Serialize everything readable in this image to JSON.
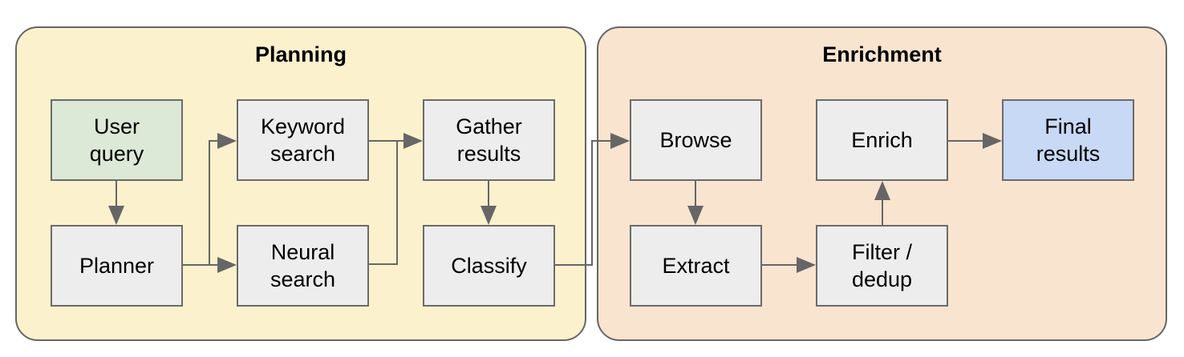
{
  "diagram": {
    "groups": [
      {
        "id": "planning",
        "title": "Planning",
        "fill": "#fcf1cd",
        "border": "#666666"
      },
      {
        "id": "enrichment",
        "title": "Enrichment",
        "fill": "#f9e4cf",
        "border": "#666666"
      }
    ],
    "nodes": [
      {
        "id": "user-query",
        "label": "User\nquery",
        "fill": "#dbe9d6",
        "group": "planning"
      },
      {
        "id": "planner",
        "label": "Planner",
        "fill": "#ededed",
        "group": "planning"
      },
      {
        "id": "keyword-search",
        "label": "Keyword\nsearch",
        "fill": "#ededed",
        "group": "planning"
      },
      {
        "id": "neural-search",
        "label": "Neural\nsearch",
        "fill": "#ededed",
        "group": "planning"
      },
      {
        "id": "gather-results",
        "label": "Gather\nresults",
        "fill": "#ededed",
        "group": "planning"
      },
      {
        "id": "classify",
        "label": "Classify",
        "fill": "#ededed",
        "group": "planning"
      },
      {
        "id": "browse",
        "label": "Browse",
        "fill": "#ededed",
        "group": "enrichment"
      },
      {
        "id": "extract",
        "label": "Extract",
        "fill": "#ededed",
        "group": "enrichment"
      },
      {
        "id": "enrich",
        "label": "Enrich",
        "fill": "#ededed",
        "group": "enrichment"
      },
      {
        "id": "filter-dedup",
        "label": "Filter /\ndedup",
        "fill": "#ededed",
        "group": "enrichment"
      },
      {
        "id": "final-results",
        "label": "Final\nresults",
        "fill": "#c8d9f5",
        "group": "enrichment"
      }
    ],
    "edges": [
      {
        "from": "user-query",
        "to": "planner"
      },
      {
        "from": "planner",
        "to": "keyword-search"
      },
      {
        "from": "planner",
        "to": "neural-search"
      },
      {
        "from": "keyword-search",
        "to": "gather-results"
      },
      {
        "from": "neural-search",
        "to": "gather-results"
      },
      {
        "from": "gather-results",
        "to": "classify"
      },
      {
        "from": "classify",
        "to": "browse"
      },
      {
        "from": "browse",
        "to": "extract"
      },
      {
        "from": "extract",
        "to": "filter-dedup"
      },
      {
        "from": "filter-dedup",
        "to": "enrich"
      },
      {
        "from": "enrich",
        "to": "final-results"
      }
    ],
    "connector_color": "#666666"
  }
}
